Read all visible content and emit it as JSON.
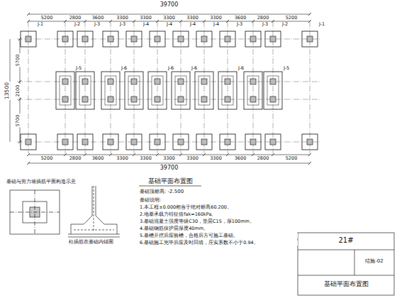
{
  "diagram": {
    "title": "基础平面布置图",
    "labels": [
      "39700",
      "5200",
      "2800",
      "3600",
      "3300",
      "3300",
      "3300",
      "3300",
      "3300",
      "3600",
      "2800",
      "5200",
      "5200",
      "2800",
      "3600",
      "3300",
      "3300",
      "3300",
      "3300",
      "3300",
      "3600",
      "2800",
      "5200",
      "39700",
      "5700",
      "2100",
      "5700",
      "13500",
      "J-1",
      "J-2",
      "J-3",
      "J-3",
      "J-4",
      "J-4",
      "J-4",
      "J-4",
      "J-3",
      "J-3",
      "J-2",
      "J-1",
      "J-5",
      "J-6",
      "J-6",
      "J-6",
      "J-6",
      "J-5",
      "基础顶标高: -2.500",
      "基础说明:",
      "1.本工程±0.000相当于绝对标高60.200。",
      "2.地基承载力特征值fak=160kPa。",
      "3.基础混凝土强度等级C30，垫层C15，厚100mm。",
      "4.基础钢筋保护层厚度40mm。",
      "5.基槽开挖后应验槽，合格后方可施工基础。",
      "6.基础施工完毕后应及时回填，压实系数不小于0.94。",
      "基础与剪力墙插筋平面构造示意",
      "柱插筋在基础内锚固",
      "21#",
      "基础平面布置图",
      "结施-02"
    ]
  }
}
